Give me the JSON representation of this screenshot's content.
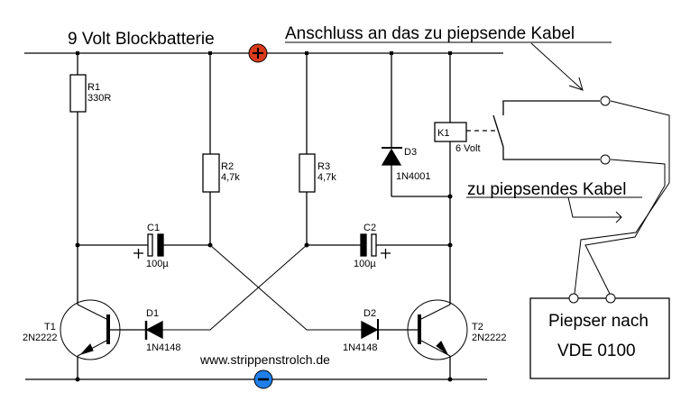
{
  "title": "9 Volt Blockbatterie",
  "header_note": "Anschluss an das zu piepsende Kabel",
  "cable_note": "zu piepsendes Kabel",
  "website": "www.strippenstrolch.de",
  "terminals": {
    "positive": {
      "symbol": "+",
      "color": "#d83a1c"
    },
    "negative": {
      "symbol": "−",
      "color": "#1f7fe8"
    }
  },
  "components": {
    "R1": {
      "name": "R1",
      "value": "330R"
    },
    "R2": {
      "name": "R2",
      "value": "4,7k"
    },
    "R3": {
      "name": "R3",
      "value": "4,7k"
    },
    "C1": {
      "name": "C1",
      "value": "100µ",
      "polarity": "+"
    },
    "C2": {
      "name": "C2",
      "value": "100µ",
      "polarity": "+"
    },
    "D1": {
      "name": "D1",
      "value": "1N4148"
    },
    "D2": {
      "name": "D2",
      "value": "1N4148"
    },
    "D3": {
      "name": "D3",
      "value": "1N4001"
    },
    "T1": {
      "name": "T1",
      "value": "2N2222"
    },
    "T2": {
      "name": "T2",
      "value": "2N2222"
    },
    "K1": {
      "name": "K1",
      "value": "6 Volt"
    }
  },
  "beeper": {
    "line1": "Piepser nach",
    "line2": "VDE 0100"
  }
}
